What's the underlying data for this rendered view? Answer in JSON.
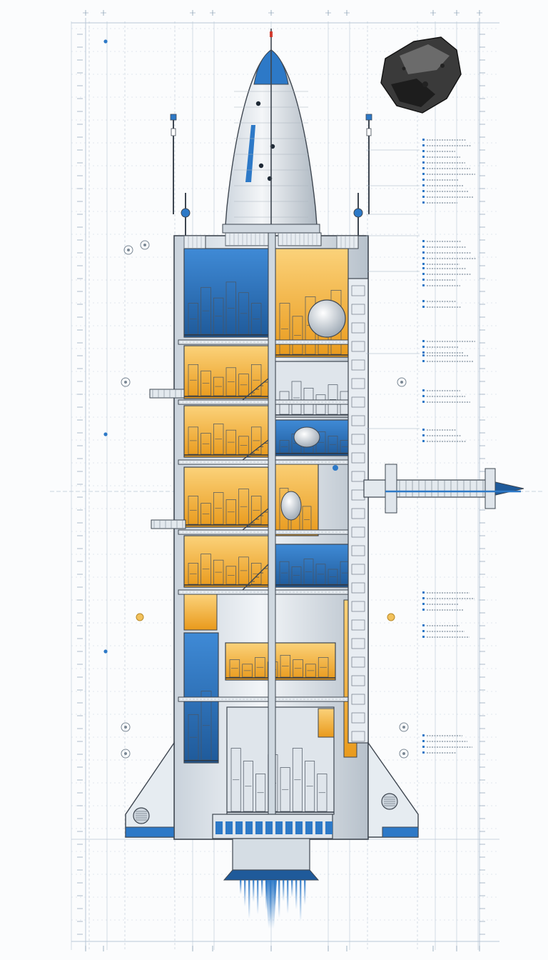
{
  "colors": {
    "background": "#fbfcfd",
    "grid": "#b9c7d6",
    "hull": "#e6ecf1",
    "hull_shade": "#c3ccd5",
    "frame": "#3e4650",
    "accent_blue": "#2d79c7",
    "deep_blue": "#1f5a9a",
    "amber": "#f0a628",
    "amber_light": "#f7c35a",
    "machinery": "#8e99a5",
    "rock": "#2a2a2a"
  },
  "decks": [
    {
      "id": "upper-left",
      "fill": "blue"
    },
    {
      "id": "upper-right",
      "fill": "amber"
    },
    {
      "id": "deck-2-left",
      "fill": "amber"
    },
    {
      "id": "deck-2-right",
      "fill": "hull"
    },
    {
      "id": "deck-3-left",
      "fill": "amber"
    },
    {
      "id": "deck-3-right",
      "fill": "blue"
    },
    {
      "id": "deck-4-left",
      "fill": "amber"
    },
    {
      "id": "deck-4-right",
      "fill": "amber"
    },
    {
      "id": "deck-5-left",
      "fill": "amber"
    },
    {
      "id": "deck-5-right",
      "fill": "blue"
    },
    {
      "id": "lower-left",
      "fill": "blue"
    },
    {
      "id": "lower-mid",
      "fill": "amber"
    },
    {
      "id": "engine-bay",
      "fill": "hull"
    }
  ],
  "icons": [
    "asteroid-icon",
    "thruster-plume-icon",
    "docking-probe-icon"
  ]
}
